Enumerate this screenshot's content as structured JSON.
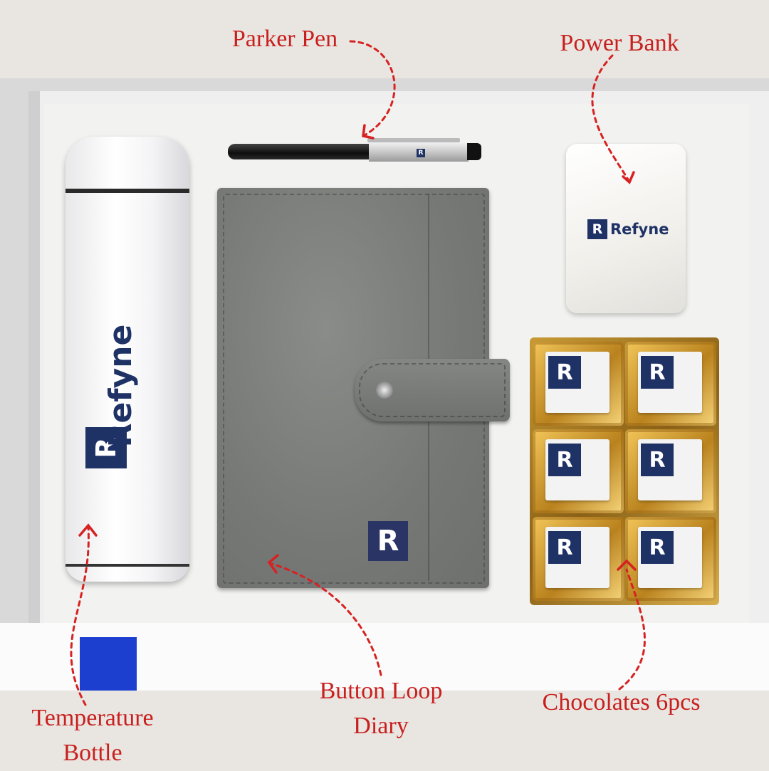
{
  "labels": {
    "parker_pen": "Parker Pen",
    "power_bank": "Power Bank",
    "temperature_bottle": [
      "Temperature",
      "Bottle"
    ],
    "button_loop_diary": [
      "Button Loop",
      "Diary"
    ],
    "chocolates": "Chocolates 6pcs"
  },
  "brand": {
    "name": "Refyne",
    "logo_letter": "R"
  },
  "colors": {
    "annotation": "#c8201e",
    "brand_navy": "#1f3266",
    "diary": "#7d7f7c",
    "ribbon": "#1d3fd0"
  }
}
